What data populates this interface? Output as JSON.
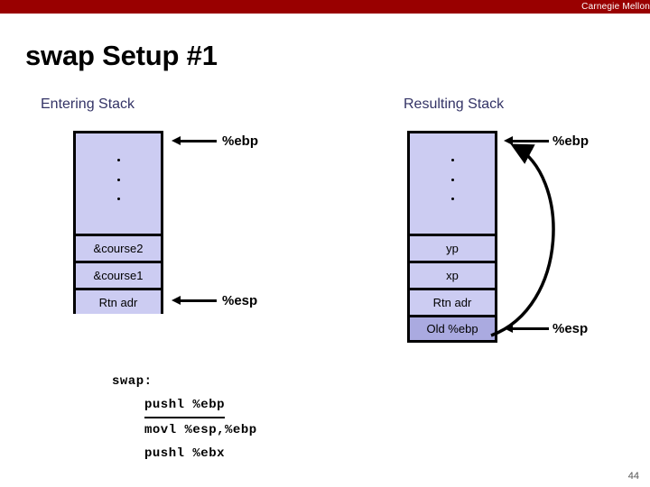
{
  "banner": {
    "institution": "Carnegie Mellon",
    "color": "#990000"
  },
  "slide": {
    "title": "swap Setup #1",
    "page_number": "44"
  },
  "headings": {
    "left": "Entering Stack",
    "right": "Resulting Stack",
    "color": "#333366"
  },
  "stacks": {
    "entering": {
      "label": "Entering Stack",
      "top_region": "dots",
      "cells": [
        {
          "text": "&course2",
          "highlight": false
        },
        {
          "text": "&course1",
          "highlight": false
        },
        {
          "text": "Rtn adr",
          "highlight": false
        }
      ],
      "pointers": [
        {
          "register": "%ebp",
          "target": "top-of-frame"
        },
        {
          "register": "%esp",
          "target": "Rtn adr"
        }
      ]
    },
    "resulting": {
      "label": "Resulting Stack",
      "top_region": "dots",
      "cells": [
        {
          "text": "yp",
          "highlight": false
        },
        {
          "text": "xp",
          "highlight": false
        },
        {
          "text": "Rtn adr",
          "highlight": false
        },
        {
          "text": "Old %ebp",
          "highlight": true
        }
      ],
      "pointers": [
        {
          "register": "%ebp",
          "target": "top-of-frame"
        },
        {
          "register": "%esp",
          "target": "Old %ebp"
        }
      ],
      "saved_ebp_link": "Old %ebp points back to caller frame base"
    },
    "fill_color": "#ccccf2",
    "highlight_fill_color": "#aaaae0"
  },
  "code": {
    "label": "swap:",
    "lines": [
      {
        "text": "pushl %ebp",
        "current": true
      },
      {
        "text": "movl %esp,%ebp",
        "current": false
      },
      {
        "text": "pushl %ebx",
        "current": false
      }
    ]
  }
}
